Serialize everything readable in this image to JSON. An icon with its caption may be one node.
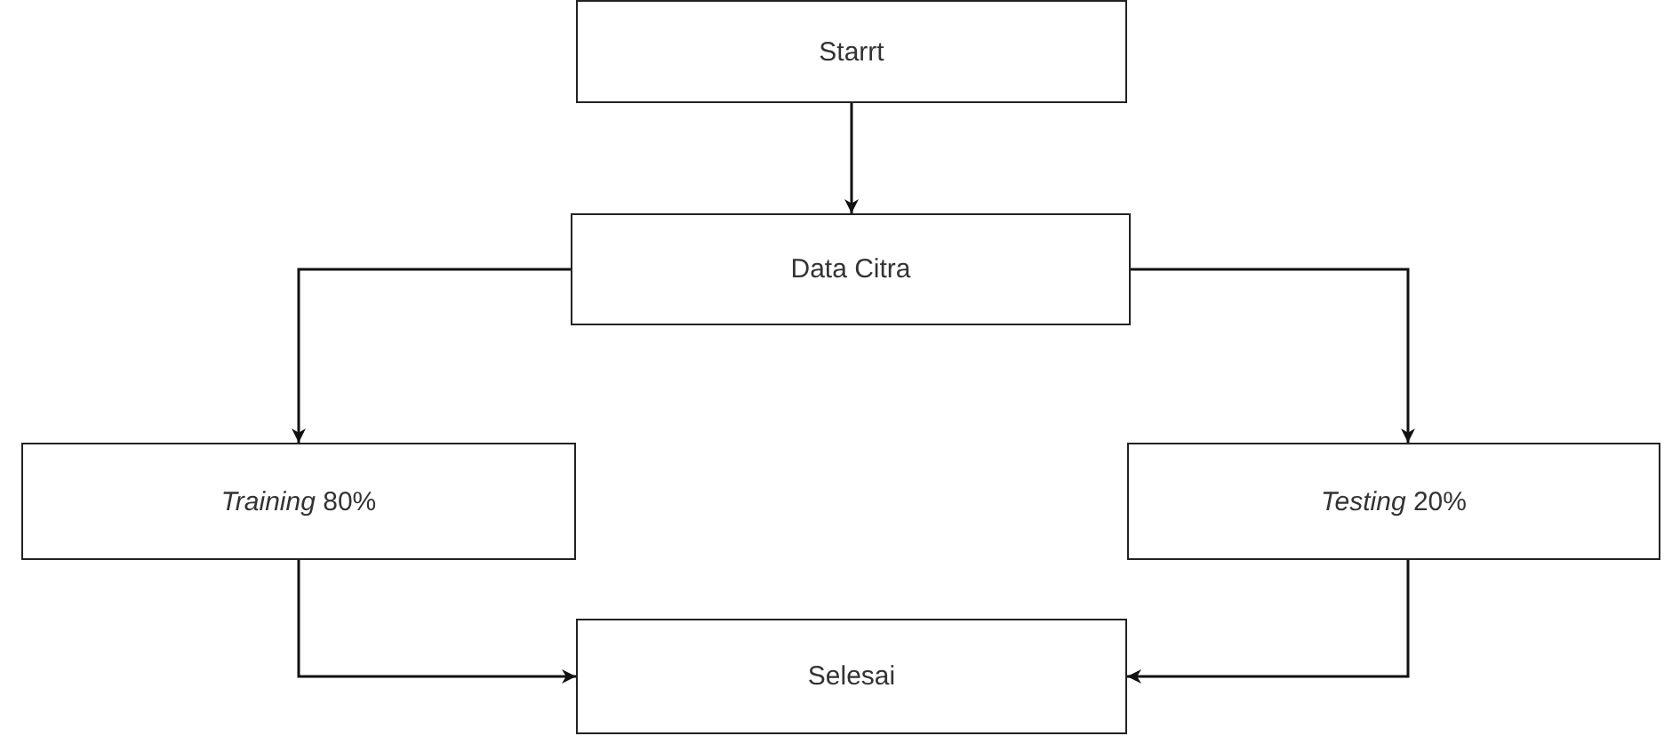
{
  "diagram": {
    "nodes": [
      {
        "text": [
          "Starrt"
        ]
      },
      {
        "text": [
          "Data Citra"
        ]
      },
      {
        "text": [
          "*Training* 80%"
        ]
      },
      {
        "text": [
          "*Testing* 20%"
        ]
      },
      {
        "text": [
          "Selesai"
        ]
      }
    ],
    "edges": [
      {
        "from": 0,
        "to": 1,
        "arrow": "to"
      },
      {
        "from": 1,
        "to": 2,
        "arrow": "to"
      },
      {
        "from": 1,
        "to": 3,
        "arrow": "to"
      },
      {
        "from": 2,
        "to": 4,
        "arrow": "to"
      },
      {
        "from": 3,
        "to": 4,
        "arrow": "to"
      }
    ]
  }
}
